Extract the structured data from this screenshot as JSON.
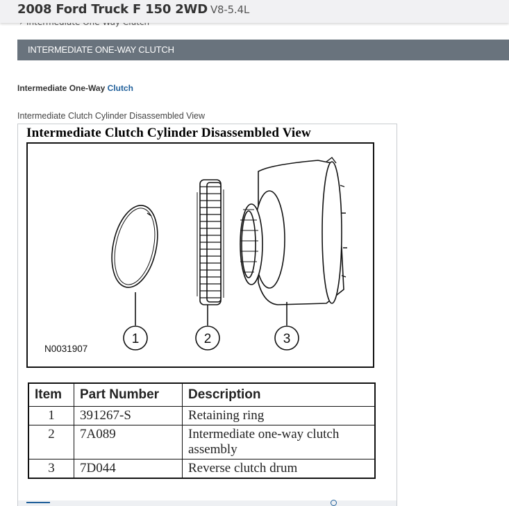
{
  "header": {
    "vehicle": "2008 Ford Truck F 150 2WD",
    "engine": "V8-5.4L"
  },
  "breadcrumb": {
    "label": "Intermediate One-Way Clutch"
  },
  "section": {
    "title": "INTERMEDIATE ONE-WAY CLUTCH"
  },
  "subtitle": {
    "prefix": "Intermediate One-Way",
    "link": "Clutch"
  },
  "figure": {
    "caption": "Intermediate Clutch Cylinder Disassembled View",
    "title": "Intermediate Clutch Cylinder Disassembled View",
    "ref_code": "N0031907",
    "callouts": [
      "1",
      "2",
      "3"
    ]
  },
  "parts_table": {
    "headers": [
      "Item",
      "Part Number",
      "Description"
    ],
    "rows": [
      {
        "item": "1",
        "part_number": "391267-S",
        "description": "Retaining ring"
      },
      {
        "item": "2",
        "part_number": "7A089",
        "description": "Intermediate one-way clutch assembly"
      },
      {
        "item": "3",
        "part_number": "7D044",
        "description": "Reverse clutch drum"
      }
    ]
  }
}
